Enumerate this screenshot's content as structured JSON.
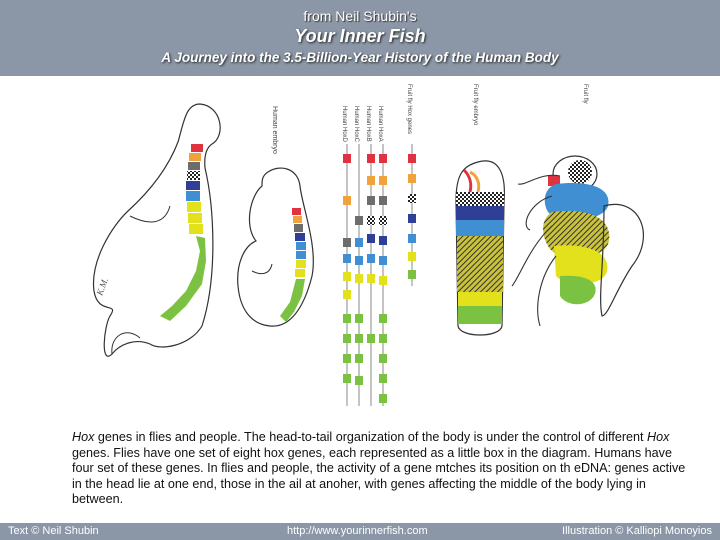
{
  "header": {
    "line1": "from Neil Shubin's",
    "title": "Your Inner Fish",
    "subtitle": "A Journey into the 3.5-Billion-Year History of the Human Body"
  },
  "labels": {
    "human_embryo": "Human embryo",
    "human_hoxd": "Human HoxD",
    "human_hoxc": "Human HoxC",
    "human_hoxb": "Human HoxB",
    "human_hoxa": "Human HoxA",
    "fruit_fly_hox": "Fruit fly Hox genes",
    "fruit_fly_embryo": "Fruit fly embryo",
    "fruit_fly": "Fruit fly",
    "signature": "K.M."
  },
  "caption": {
    "hox1": "Hox",
    "part1": " genes in flies and people. The head-to-tail organization of the body is under the control of different ",
    "hox2": "Hox",
    "part2": " genes. Flies have one set of eight hox genes, each represented as a little box in the diagram. Humans have four set of these genes. In flies and people, the activity of a gene mtches its position on th eDNA: genes active in the head lie at one end, those in the ail at anoher, with genes affecting the middle of the body lying in between."
  },
  "footer": {
    "left": "Text © Neil Shubin",
    "center": "http://www.yourinnerfish.com",
    "right": "Illustration © Kalliopi Monoyios"
  },
  "colors": {
    "header_bg": "#8b97a6",
    "red": "#e0333f",
    "orange": "#f0a33a",
    "grey": "#6d6d6d",
    "olive": "#8c8c33",
    "navy": "#2e3f95",
    "blue": "#3f8fd2",
    "yellow": "#e3e01c",
    "green": "#7cc242"
  }
}
